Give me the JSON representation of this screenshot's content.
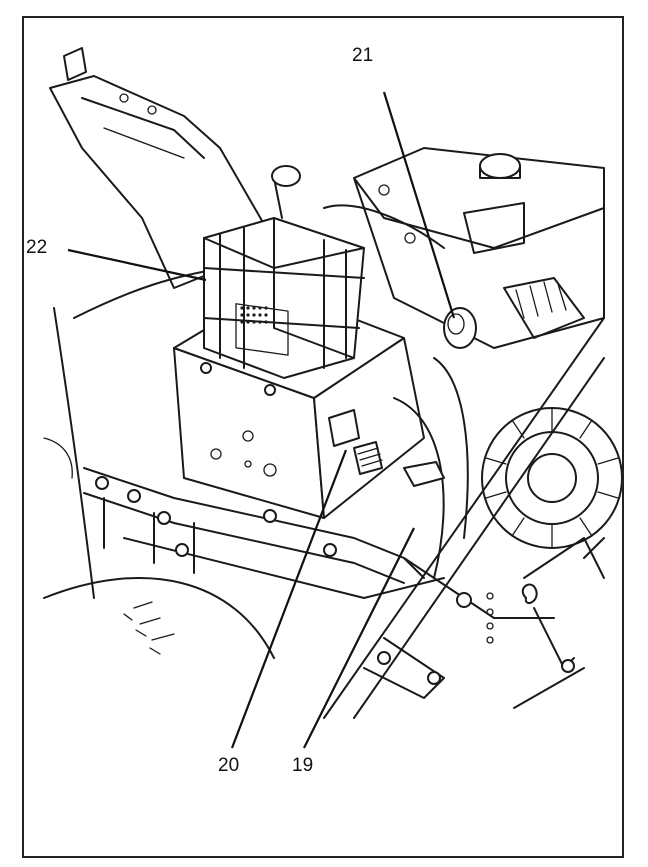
{
  "callouts": {
    "c19": "19",
    "c20": "20",
    "c21": "21",
    "c22": "22"
  },
  "colors": {
    "ink": "#1a1a1a",
    "paper": "#ffffff"
  }
}
